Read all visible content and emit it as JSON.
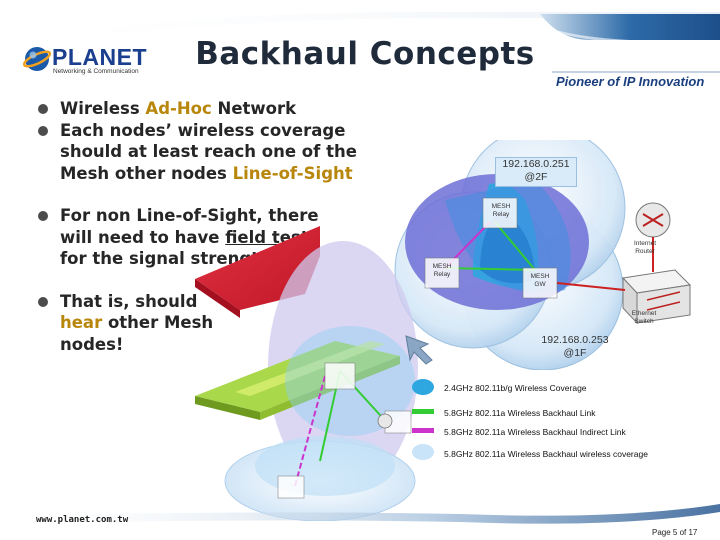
{
  "header": {
    "title": "Backhaul Concepts",
    "logo_text": "PLANET",
    "logo_subtext": "Networking & Communication",
    "tagline": "Pioneer of IP Innovation"
  },
  "bullets": [
    {
      "parts": [
        {
          "text": "Wireless ",
          "style": "normal"
        },
        {
          "text": "Ad-Hoc",
          "style": "highlight"
        },
        {
          "text": " Network",
          "style": "normal"
        }
      ]
    },
    {
      "parts": [
        {
          "text": "Each nodes’ wireless coverage should at least reach one of the Mesh other nodes ",
          "style": "normal"
        },
        {
          "text": "Line-of-Sight",
          "style": "highlight"
        }
      ]
    },
    {
      "parts": [
        {
          "text": "For non Line-of-Sight, there will need to have ",
          "style": "normal"
        },
        {
          "text": "field test",
          "style": "underline"
        },
        {
          "text": " for the signal strength",
          "style": "normal"
        }
      ]
    },
    {
      "parts": [
        {
          "text": "That is, should ",
          "style": "normal"
        },
        {
          "text": "hear",
          "style": "highlight"
        },
        {
          "text": " other Mesh nodes!",
          "style": "normal"
        }
      ]
    }
  ],
  "diagram": {
    "ip_top": "192.168.0.251\n@2F",
    "ip_bottom": "192.168.0.253\n@1F",
    "node_top": "MESH\nRelay",
    "node_left": "MESH\nRelay",
    "node_right": "MESH\nGW",
    "router_label": "Internet\nRouter",
    "switch_label": "Ethernet\nSwitch"
  },
  "legend": [
    {
      "label": "2.4GHz 802.11b/g Wireless Coverage",
      "color": "#2ea6e0",
      "kind": "ellipse"
    },
    {
      "label": "5.8GHz 802.11a Wireless Backhaul Link",
      "color": "#33cc33",
      "kind": "bar"
    },
    {
      "label": "5.8GHz 802.11a Wireless Backhaul Indirect Link",
      "color": "#cc33cc",
      "kind": "bar"
    },
    {
      "label": "5.8GHz 802.11a Wireless Backhaul wireless coverage",
      "color": "#c9e4f8",
      "kind": "ellipse"
    }
  ],
  "footer": {
    "url": "www.planet.com.tw",
    "page": "Page 5 of 17"
  },
  "colors": {
    "accent": "#b8860b",
    "brand_blue": "#1a3f8f",
    "header_bar": "#1d5b9a"
  }
}
